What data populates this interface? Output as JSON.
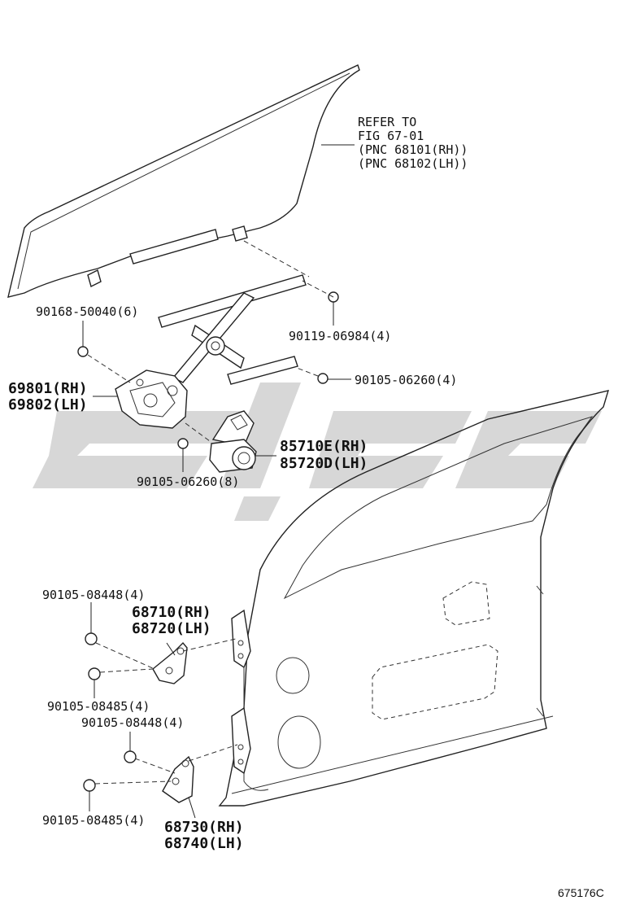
{
  "refer_note": {
    "lines": [
      "REFER TO",
      "FIG 67-01",
      "(PNC 68101(RH))",
      "(PNC 68102(LH))"
    ]
  },
  "callouts": {
    "bolt_regulator_top": "90168-50040(6)",
    "bolt_glass_channel": "90119-06984(4)",
    "bolt_regulator_right": "90105-06260(4)",
    "regulator_rh": "69801(RH)",
    "regulator_lh": "69802(LH)",
    "motor_rh": "85710E(RH)",
    "motor_lh": "85720D(LH)",
    "bolt_motor": "90105-06260(8)",
    "bolt_upper_hinge_a": "90105-08448(4)",
    "upper_hinge_rh": "68710(RH)",
    "upper_hinge_lh": "68720(LH)",
    "bolt_upper_hinge_b": "90105-08485(4)",
    "bolt_lower_hinge_a": "90105-08448(4)",
    "bolt_lower_hinge_b": "90105-08485(4)",
    "lower_hinge_rh": "68730(RH)",
    "lower_hinge_lh": "68740(LH)"
  },
  "figure_code": "675176C"
}
